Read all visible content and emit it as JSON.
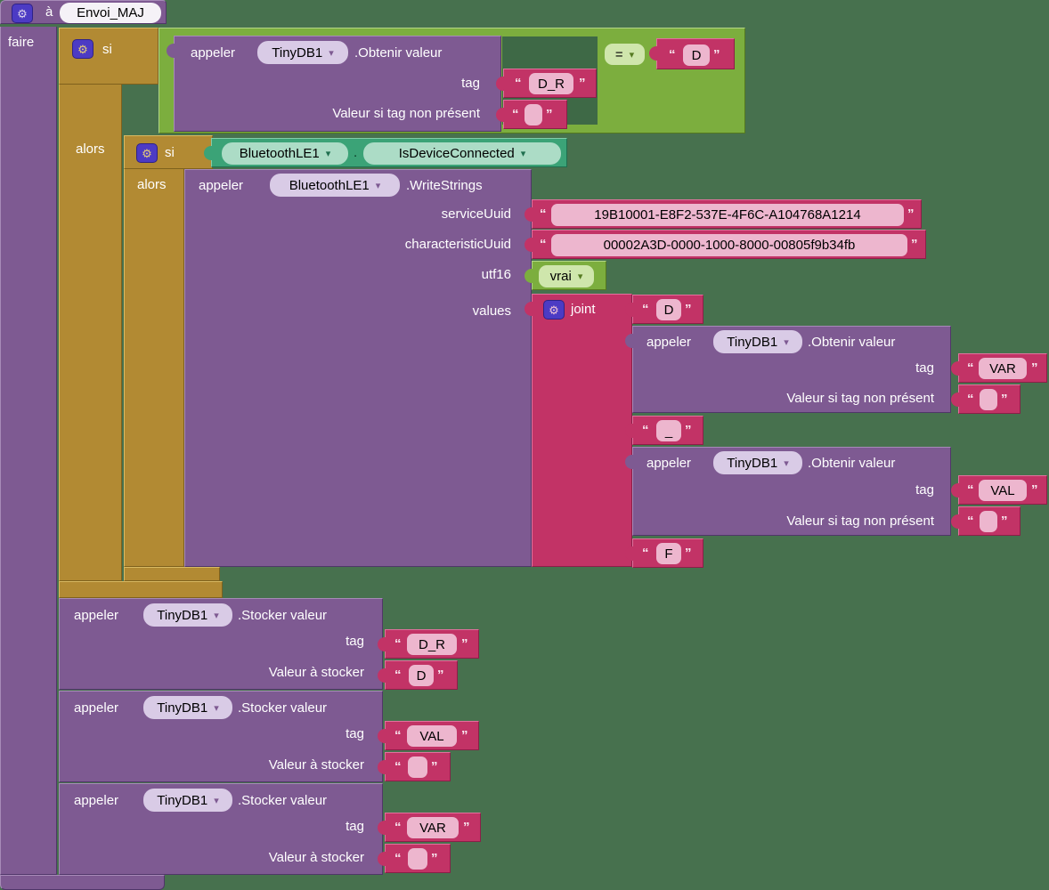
{
  "ui": {
    "open_quote": "“",
    "close_quote": "”",
    "arrow": "▾",
    "gear": "⚙",
    "dot": "."
  },
  "colors": {
    "canvas": "#47714E",
    "purple": "#7E5A92",
    "gold": "#B28A33",
    "crimson": "#C23366",
    "green": "#7CAE3E",
    "teal": "#3BA377",
    "field_pink": "#EDB6CE",
    "gear_badge": "#4C3BC4"
  },
  "procedure": {
    "to_label": "à",
    "name": "Envoi_MAJ",
    "do_label": "faire"
  },
  "outer_if": {
    "if_label": "si",
    "then_label": "alors"
  },
  "inner_if": {
    "if_label": "si",
    "then_label": "alors"
  },
  "compare": {
    "operator": "=",
    "value": "D"
  },
  "get_dr": {
    "call_label": "appeler",
    "component": "TinyDB1",
    "method": ".Obtenir valeur",
    "tag_label": "tag",
    "tag_value": "D_R",
    "default_label": "Valeur si tag non présent",
    "default_value": ""
  },
  "ble_condition": {
    "component": "BluetoothLE1",
    "method": "IsDeviceConnected"
  },
  "write_strings": {
    "call_label": "appeler",
    "component": "BluetoothLE1",
    "method": ".WriteStrings",
    "service_uuid_label": "serviceUuid",
    "service_uuid": "19B10001-E8F2-537E-4F6C-A104768A1214",
    "characteristic_uuid_label": "characteristicUuid",
    "characteristic_uuid": "00002A3D-0000-1000-8000-00805f9b34fb",
    "utf16_label": "utf16",
    "utf16_value": "vrai",
    "values_label": "values"
  },
  "joint": {
    "label": "joint",
    "item1": "D",
    "item2": "_",
    "item3": "F"
  },
  "get_var": {
    "call_label": "appeler",
    "component": "TinyDB1",
    "method": ".Obtenir valeur",
    "tag_label": "tag",
    "tag_value": "VAR",
    "default_label": "Valeur si tag non présent",
    "default_value": ""
  },
  "get_val": {
    "call_label": "appeler",
    "component": "TinyDB1",
    "method": ".Obtenir valeur",
    "tag_label": "tag",
    "tag_value": "VAL",
    "default_label": "Valeur si tag non présent",
    "default_value": ""
  },
  "stores": [
    {
      "call_label": "appeler",
      "component": "TinyDB1",
      "method": ".Stocker valeur",
      "tag_label": "tag",
      "tag_value": "D_R",
      "value_label": "Valeur à stocker",
      "value": "D"
    },
    {
      "call_label": "appeler",
      "component": "TinyDB1",
      "method": ".Stocker valeur",
      "tag_label": "tag",
      "tag_value": "VAL",
      "value_label": "Valeur à stocker",
      "value": ""
    },
    {
      "call_label": "appeler",
      "component": "TinyDB1",
      "method": ".Stocker valeur",
      "tag_label": "tag",
      "tag_value": "VAR",
      "value_label": "Valeur à stocker",
      "value": ""
    }
  ]
}
